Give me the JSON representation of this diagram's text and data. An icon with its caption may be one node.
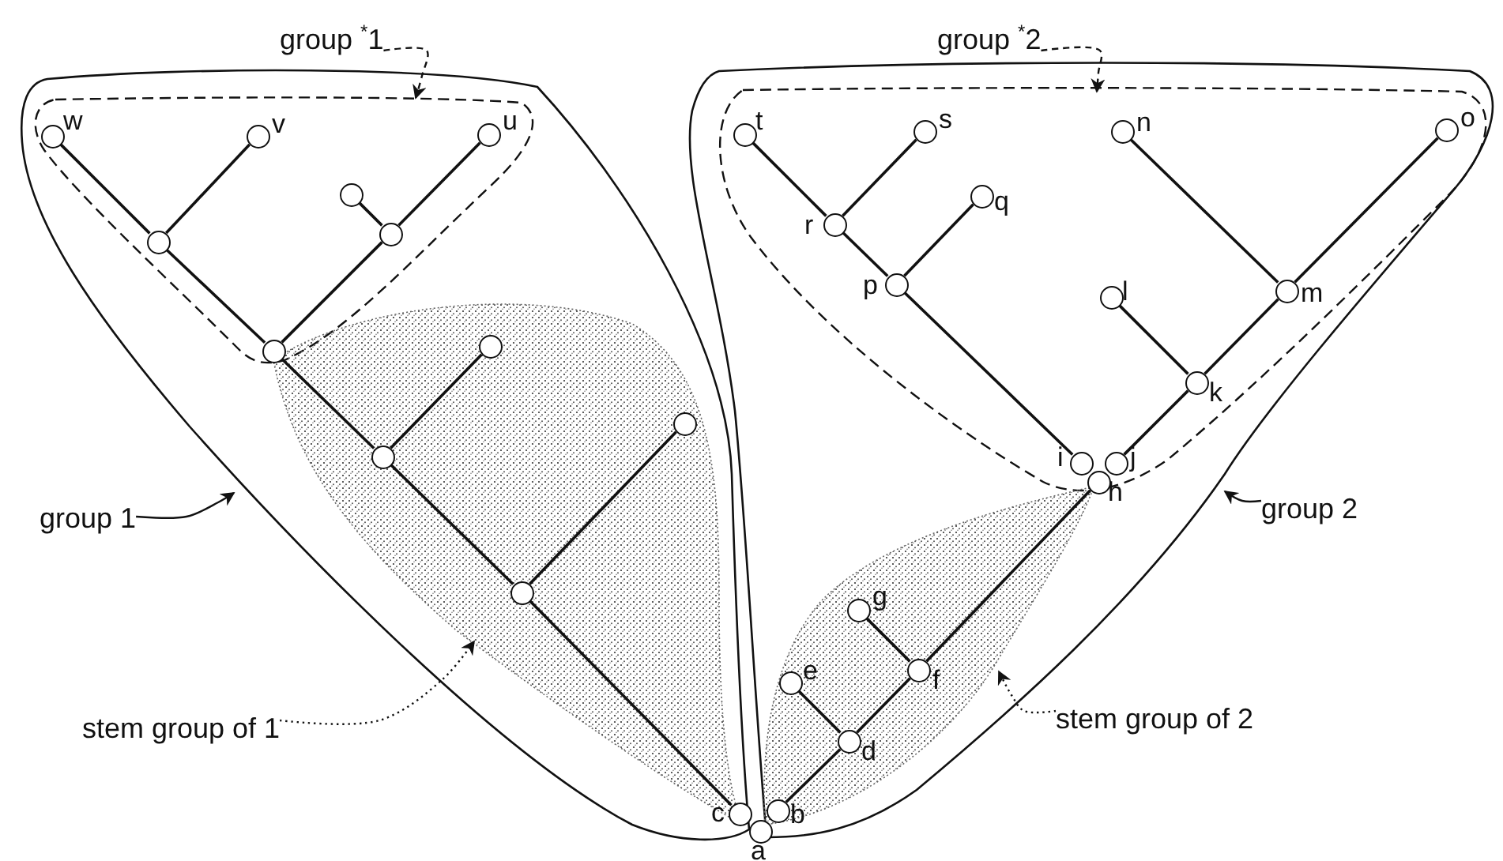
{
  "diagram": {
    "nodes": [
      {
        "text": [
          "group $^{*}$1"
        ]
      },
      {
        "text": [
          "group $^{*}$2"
        ]
      },
      {
        "text": [],
        "shape": "blob"
      },
      {
        "text": [],
        "shape": "blob",
        "in": 2
      },
      {
        "text": [],
        "shape": "circle",
        "beside": [
          "w"
        ],
        "in": 3
      },
      {
        "text": [],
        "shape": "circle",
        "beside": [
          "v"
        ],
        "in": 3
      },
      {
        "text": [],
        "shape": "circle",
        "beside": [
          "u"
        ],
        "in": 3
      },
      {
        "text": [],
        "shape": "circle",
        "in": 3
      },
      {
        "text": [],
        "shape": "circle",
        "in": 3
      },
      {
        "text": [],
        "shape": "circle",
        "in": 3
      },
      {
        "text": [],
        "shape": "circle",
        "in": 3
      },
      {
        "text": [],
        "shape": "blob",
        "in": 2
      },
      {
        "text": [],
        "shape": "circle",
        "in": 11
      },
      {
        "text": [],
        "shape": "circle",
        "in": 11
      },
      {
        "text": [],
        "shape": "circle",
        "in": 11
      },
      {
        "text": [],
        "shape": "circle",
        "in": 11
      },
      {
        "text": [],
        "shape": "circle",
        "beside": [
          "c"
        ],
        "in": 2
      },
      {
        "text": [],
        "shape": "blob"
      },
      {
        "text": [],
        "shape": "blob",
        "in": 17
      },
      {
        "text": [],
        "shape": "circle",
        "beside": [
          "t"
        ],
        "in": 18
      },
      {
        "text": [],
        "shape": "circle",
        "beside": [
          "s"
        ],
        "in": 18
      },
      {
        "text": [],
        "shape": "circle",
        "beside": [
          "n"
        ],
        "in": 18
      },
      {
        "text": [],
        "shape": "circle",
        "beside": [
          "o"
        ],
        "in": 18
      },
      {
        "text": [],
        "shape": "circle",
        "beside": [
          "r"
        ],
        "in": 18
      },
      {
        "text": [],
        "shape": "circle",
        "beside": [
          "q"
        ],
        "in": 18
      },
      {
        "text": [],
        "shape": "circle",
        "beside": [
          "p"
        ],
        "in": 18
      },
      {
        "text": [],
        "shape": "circle",
        "beside": [
          "l"
        ],
        "in": 18
      },
      {
        "text": [],
        "shape": "circle",
        "beside": [
          "m"
        ],
        "in": 18
      },
      {
        "text": [],
        "shape": "circle",
        "beside": [
          "k"
        ],
        "in": 18
      },
      {
        "text": [],
        "shape": "circle",
        "beside": [
          "i"
        ],
        "in": 18
      },
      {
        "text": [],
        "shape": "circle",
        "beside": [
          "j"
        ],
        "in": 18
      },
      {
        "text": [],
        "shape": "circle",
        "beside": [
          "h"
        ],
        "in": 17
      },
      {
        "text": [],
        "shape": "blob",
        "in": 17
      },
      {
        "text": [],
        "shape": "circle",
        "beside": [
          "g"
        ],
        "in": 32
      },
      {
        "text": [],
        "shape": "circle",
        "beside": [
          "f"
        ],
        "in": 32
      },
      {
        "text": [],
        "shape": "circle",
        "beside": [
          "e"
        ],
        "in": 32
      },
      {
        "text": [],
        "shape": "circle",
        "beside": [
          "d"
        ],
        "in": 32
      },
      {
        "text": [],
        "shape": "circle",
        "beside": [
          "b"
        ],
        "in": 32
      },
      {
        "text": [],
        "shape": "circle",
        "beside": [
          "a"
        ]
      },
      {
        "text": [
          "group 1"
        ]
      },
      {
        "text": [
          "group 2"
        ]
      },
      {
        "text": [
          "stem group of 1"
        ]
      },
      {
        "text": [
          "stem group of 2"
        ]
      }
    ],
    "edges": [
      {
        "from": 4,
        "to": 7,
        "arrow": "none"
      },
      {
        "from": 5,
        "to": 7,
        "arrow": "none"
      },
      {
        "from": 7,
        "to": 10,
        "arrow": "none"
      },
      {
        "from": 6,
        "to": 9,
        "arrow": "none"
      },
      {
        "from": 8,
        "to": 9,
        "arrow": "none"
      },
      {
        "from": 9,
        "to": 10,
        "arrow": "none"
      },
      {
        "from": 10,
        "to": 13,
        "arrow": "none"
      },
      {
        "from": 13,
        "to": 12,
        "arrow": "none"
      },
      {
        "from": 13,
        "to": 15,
        "arrow": "none"
      },
      {
        "from": 15,
        "to": 14,
        "arrow": "none"
      },
      {
        "from": 15,
        "to": 16,
        "arrow": "none"
      },
      {
        "from": 19,
        "to": 23,
        "arrow": "none"
      },
      {
        "from": 20,
        "to": 23,
        "arrow": "none"
      },
      {
        "from": 23,
        "to": 25,
        "arrow": "none"
      },
      {
        "from": 24,
        "to": 25,
        "arrow": "none"
      },
      {
        "from": 25,
        "to": 29,
        "arrow": "none"
      },
      {
        "from": 21,
        "to": 27,
        "arrow": "none"
      },
      {
        "from": 22,
        "to": 27,
        "arrow": "none"
      },
      {
        "from": 27,
        "to": 28,
        "arrow": "none"
      },
      {
        "from": 26,
        "to": 28,
        "arrow": "none"
      },
      {
        "from": 28,
        "to": 30,
        "arrow": "none"
      },
      {
        "from": 31,
        "to": 34,
        "arrow": "none"
      },
      {
        "from": 33,
        "to": 34,
        "arrow": "none"
      },
      {
        "from": 34,
        "to": 36,
        "arrow": "none"
      },
      {
        "from": 35,
        "to": 36,
        "arrow": "none"
      },
      {
        "from": 36,
        "to": 37,
        "arrow": "none"
      },
      {
        "from": 0,
        "to": 3,
        "arrow": "to",
        "style": "dashed"
      },
      {
        "from": 1,
        "to": 18,
        "arrow": "to",
        "style": "dashed"
      },
      {
        "from": 39,
        "to": 2,
        "arrow": "to"
      },
      {
        "from": 40,
        "to": 17,
        "arrow": "to"
      },
      {
        "from": 41,
        "to": 11,
        "arrow": "to",
        "style": "dashed"
      },
      {
        "from": 42,
        "to": 32,
        "arrow": "to",
        "style": "dashed"
      }
    ]
  }
}
